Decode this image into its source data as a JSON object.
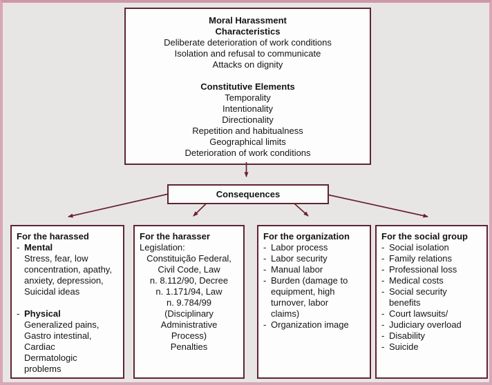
{
  "colors": {
    "box_border": "#5e2433",
    "arrow": "#6b2031",
    "frame_pink": "#d7a7b7",
    "canvas_bg": "#e7e6e5",
    "box_bg": "#fdfdfd",
    "text": "#141414"
  },
  "top_box": {
    "title": "Moral Harassment\nCharacteristics",
    "characteristics": "Deliberate deterioration of work conditions\nIsolation and refusal to communicate\nAttacks on dignity",
    "subtitle": "Constitutive Elements",
    "elements": "Temporality\nIntentionality\nDirectionality\nRepetition and habitualness\nGeographical limits\nDeterioration of work conditions"
  },
  "consequences_label": "Consequences",
  "boxes": {
    "harassed": {
      "title": "For the harassed",
      "sections": [
        {
          "label": "Mental",
          "body": "Stress, fear, low\nconcentration, apathy,\nanxiety, depression,\nSuicidal ideas"
        },
        {
          "label": "Physical",
          "body": "Generalized pains,\nGastro intestinal,\nCardiac\nDermatologic\nproblems"
        }
      ]
    },
    "harasser": {
      "title": "For the harasser",
      "subtitle": "Legislation:",
      "body": "Constituição Federal,\nCivil Code, Law\nn. 8.112/90, Decree\nn. 1.171/94, Law\nn. 9.784/99\n(Disciplinary\nAdministrative\nProcess)\nPenalties"
    },
    "organization": {
      "title": "For the organization",
      "items": [
        "Labor process",
        "Labor security",
        "Manual labor",
        "Burden (damage to\nequipment, high\nturnover, labor\nclaims)",
        "Organization image"
      ]
    },
    "social_group": {
      "title": "For the social group",
      "items": [
        "Social isolation",
        "Family relations",
        "Professional loss",
        "Medical costs",
        "Social security\nbenefits",
        "Court lawsuits/",
        "Judiciary overload",
        "Disability",
        "Suicide"
      ]
    }
  }
}
